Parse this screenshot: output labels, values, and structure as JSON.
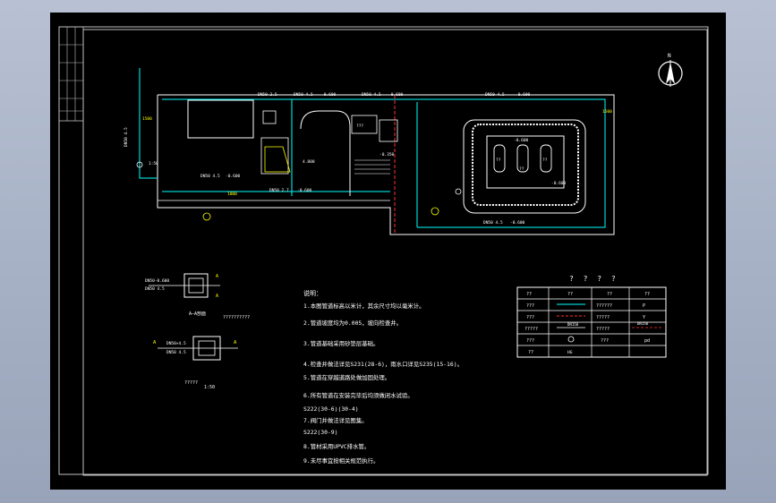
{
  "plan": {
    "scale_a": "1:50",
    "pipe_upper_1": "DN50 2.5",
    "pipe_upper_2": "DN50 4.5",
    "pipe_upper_3": "DN50 4.5",
    "pipe_upper_4": "DN50 4.5",
    "elev_a": "-0.600",
    "elev_b": "-0.600",
    "elev_c": "-0.600",
    "pipe_mid": "DN50 4.5",
    "elev_d": "-0.600",
    "pipe_low": "DN50 2.7",
    "elev_low": "-0.600",
    "pipe_bottom": "DN50 4.5",
    "elev_bottom": "-0.600",
    "tank_elev": "-0.600",
    "pipe_left": "DN50 4.5",
    "room_qq": "???",
    "tank_label_1": "??",
    "tank_label_2": "??",
    "tank_label_3": "??",
    "box_label": "4.800",
    "elev_box": "-0.350",
    "elev_inner": "-0.600",
    "dim_left": "1500",
    "dim_right": "1500",
    "dim_mid": "1000"
  },
  "detail_a": {
    "caption": "A—A剖面",
    "title": "??????????",
    "pipe_label_1": "DN50-0.600",
    "pipe_label_2": "DN50 4.5",
    "mark_a": "A",
    "mark_b": "A"
  },
  "detail_b": {
    "caption": "?????",
    "scale": "1:50",
    "pipe_label_1": "DN50×4.5",
    "pipe_label_2": "DN50 4.5",
    "mark_a": "A",
    "mark_b": "A"
  },
  "notes": {
    "heading": "说明：",
    "lines": [
      "1.本图管道标高以米计，其余尺寸均以毫米计。",
      "2.管道坡度均为0.005，坡向检查井。",
      "3.管道基础采用砂垫层基础。",
      "4.检查井做法详见S231(28-6)，雨水口详见S235(15-16)。",
      "5.管道在穿越道路处做加固处理。",
      "6.所有管道在安装完毕后均须做闭水试验。",
      "S222(30-6)(30-4)",
      "7.阀门井做法详见图集。",
      "S222(30-9)",
      "8.管材采用UPVC排水管。",
      "9.未尽事宜按相关规范执行。"
    ]
  },
  "legend": {
    "title": "? ? ? ?",
    "headers": [
      "??",
      "??",
      "??",
      "??"
    ],
    "rows": [
      {
        "name": "???",
        "note": "??????",
        "sym": "P"
      },
      {
        "name": "???",
        "note": "?????",
        "sym": "Y"
      },
      {
        "name": "?????",
        "note": "?????",
        "sym": "DN150"
      },
      {
        "name": "???",
        "note": "???",
        "sym": "pd"
      },
      {
        "name": "??",
        "note": "",
        "sym": ""
      }
    ],
    "row3_pipe": "DN150",
    "row4_pipe": "",
    "row5_pipe": "HG"
  },
  "title_block": {
    "vertical_1": "",
    "vertical_2": ""
  },
  "north": {
    "label": "N"
  },
  "colors": {
    "background": "#000000",
    "line": "#ffffff",
    "dimension": "#ffff00",
    "water": "#00ffff",
    "sewer": "#ff3030",
    "frame": "#c0c0c0"
  }
}
